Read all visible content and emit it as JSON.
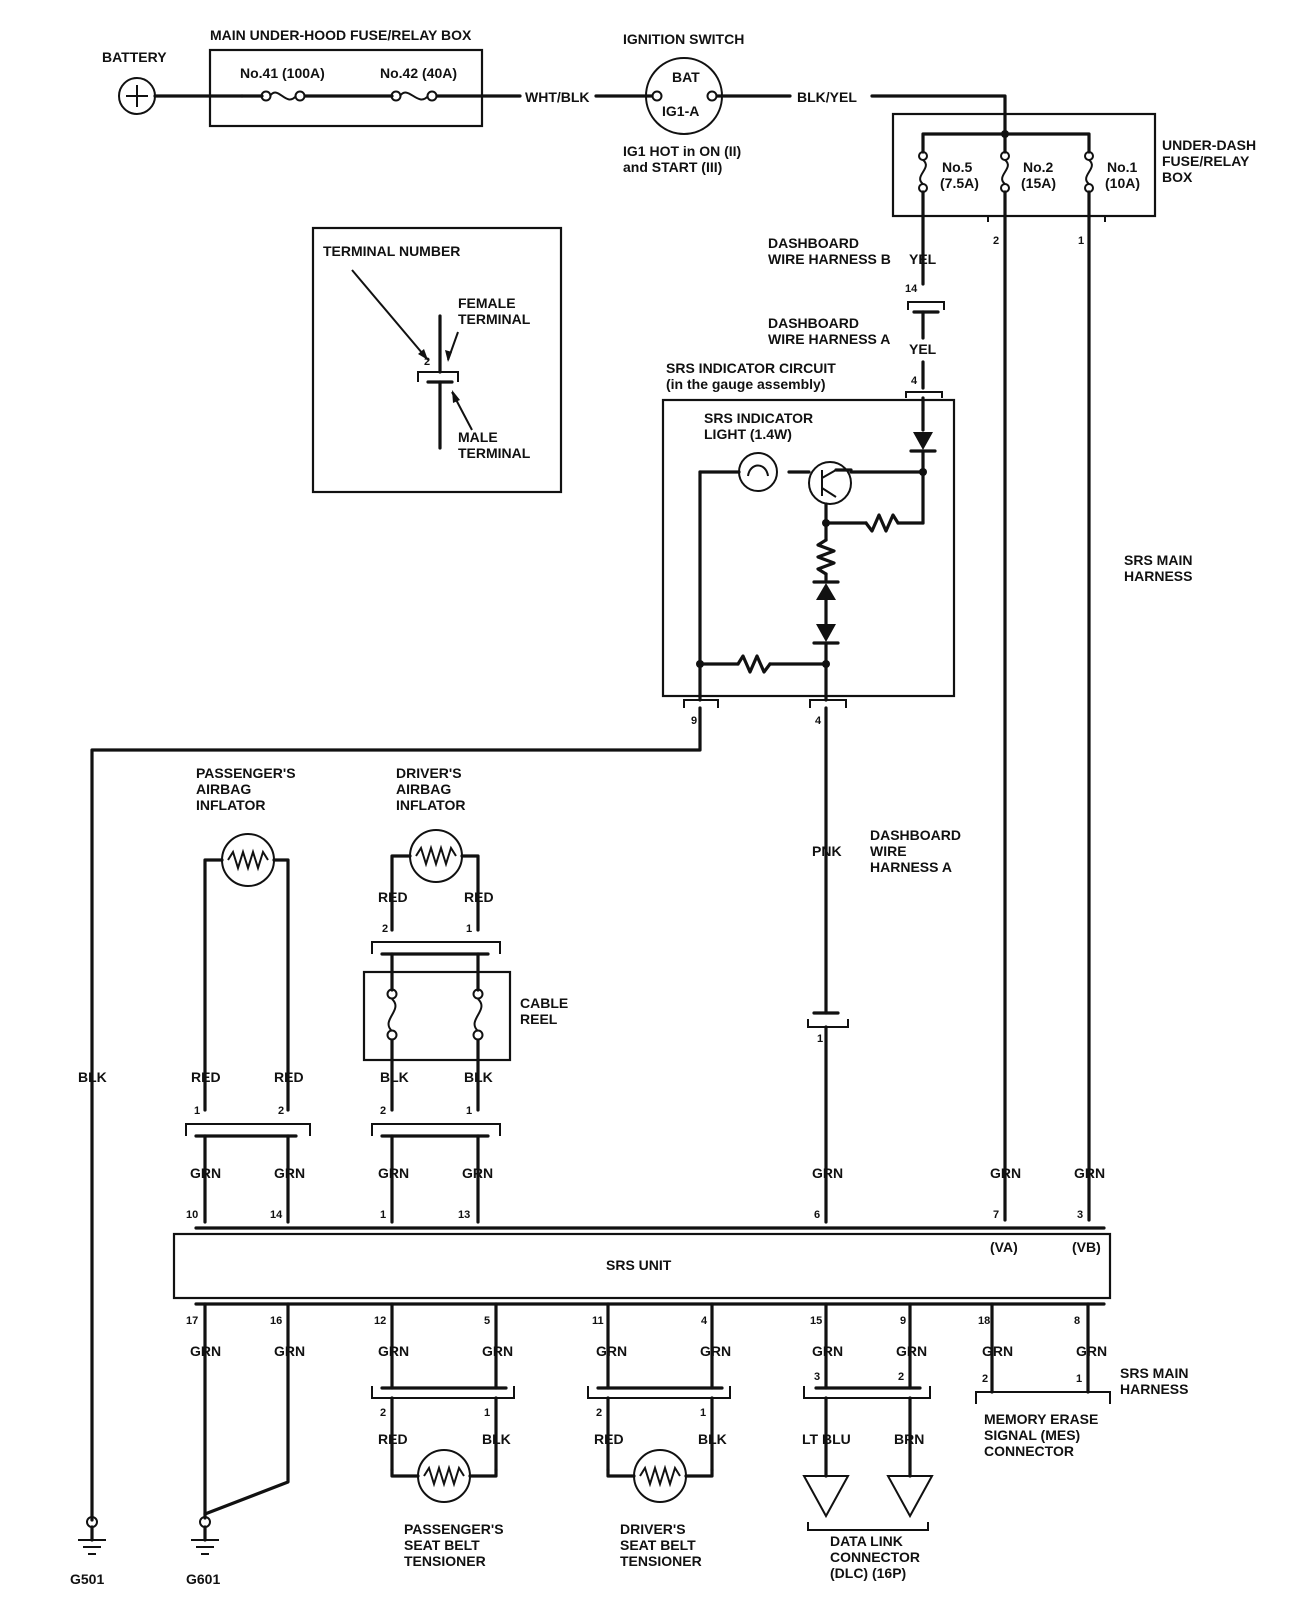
{
  "battery": {
    "label": "BATTERY"
  },
  "underhood_box": {
    "title": "MAIN UNDER-HOOD FUSE/RELAY BOX",
    "fuse41": "No.41 (100A)",
    "fuse42": "No.42 (40A)"
  },
  "ignition": {
    "title": "IGNITION SWITCH",
    "bat": "BAT",
    "ig1a": "IG1-A",
    "note_line1": "IG1 HOT in ON (II)",
    "note_line2": "and START (III)"
  },
  "wires": {
    "wht_blk": "WHT/BLK",
    "blk_yel": "BLK/YEL",
    "yel": "YEL",
    "pnk": "PNK",
    "blk": "BLK",
    "red": "RED",
    "grn": "GRN",
    "lt_blu": "LT BLU",
    "brn": "BRN"
  },
  "underdash_box": {
    "title_line1": "UNDER-DASH",
    "title_line2": "FUSE/RELAY",
    "title_line3": "BOX",
    "fuse5_a": "No.5",
    "fuse5_b": "(7.5A)",
    "fuse2_a": "No.2",
    "fuse2_b": "(15A)",
    "fuse1_a": "No.1",
    "fuse1_b": "(10A)",
    "pin2": "2",
    "pin1": "1"
  },
  "terminal_legend": {
    "terminal_number": "TERMINAL NUMBER",
    "female_1": "FEMALE",
    "female_2": "TERMINAL",
    "male_1": "MALE",
    "male_2": "TERMINAL",
    "pin": "2"
  },
  "harness": {
    "dash_b_1": "DASHBOARD",
    "dash_b_2": "WIRE HARNESS B",
    "dash_a_1": "DASHBOARD",
    "dash_a_2": "WIRE HARNESS A",
    "dash_a2_1": "DASHBOARD",
    "dash_a2_2": "WIRE",
    "dash_a2_3": "HARNESS A",
    "srs_main_1": "SRS MAIN",
    "srs_main_2": "HARNESS",
    "srs_main_b1": "SRS MAIN",
    "srs_main_b2": "HARNESS"
  },
  "srs_indicator": {
    "circuit_1": "SRS INDICATOR CIRCUIT",
    "circuit_2": "(in the gauge assembly)",
    "light_1": "SRS INDICATOR",
    "light_2": "LIGHT (1.4W)"
  },
  "pins": {
    "p14": "14",
    "p4": "4",
    "p9": "9",
    "p4b": "4",
    "p1": "1"
  },
  "passenger_airbag": {
    "l1": "PASSENGER'S",
    "l2": "AIRBAG",
    "l3": "INFLATOR",
    "pin1": "1",
    "pin2": "2"
  },
  "driver_airbag": {
    "l1": "DRIVER'S",
    "l2": "AIRBAG",
    "l3": "INFLATOR",
    "pin2": "2",
    "pin1": "1",
    "pin2b": "2",
    "pin1b": "1"
  },
  "cable_reel": {
    "l1": "CABLE",
    "l2": "REEL"
  },
  "srs_unit": {
    "label": "SRS UNIT",
    "va": "(VA)",
    "vb": "(VB)",
    "top_pins": [
      "10",
      "14",
      "1",
      "13",
      "6",
      "7",
      "3"
    ],
    "bottom_pins": [
      "17",
      "16",
      "12",
      "5",
      "11",
      "4",
      "15",
      "9",
      "18",
      "8"
    ]
  },
  "pass_tensioner": {
    "l1": "PASSENGER'S",
    "l2": "SEAT BELT",
    "l3": "TENSIONER",
    "pin2": "2",
    "pin1": "1"
  },
  "drv_tensioner": {
    "l1": "DRIVER'S",
    "l2": "SEAT BELT",
    "l3": "TENSIONER",
    "pin2": "2",
    "pin1": "1"
  },
  "dlc": {
    "l1": "DATA LINK",
    "l2": "CONNECTOR",
    "l3": "(DLC) (16P)",
    "pin3": "3",
    "pin2": "2"
  },
  "mes": {
    "l1": "MEMORY ERASE",
    "l2": "SIGNAL (MES)",
    "l3": "CONNECTOR",
    "pin2": "2",
    "pin1": "1"
  },
  "grounds": {
    "g501": "G501",
    "g601": "G601"
  }
}
